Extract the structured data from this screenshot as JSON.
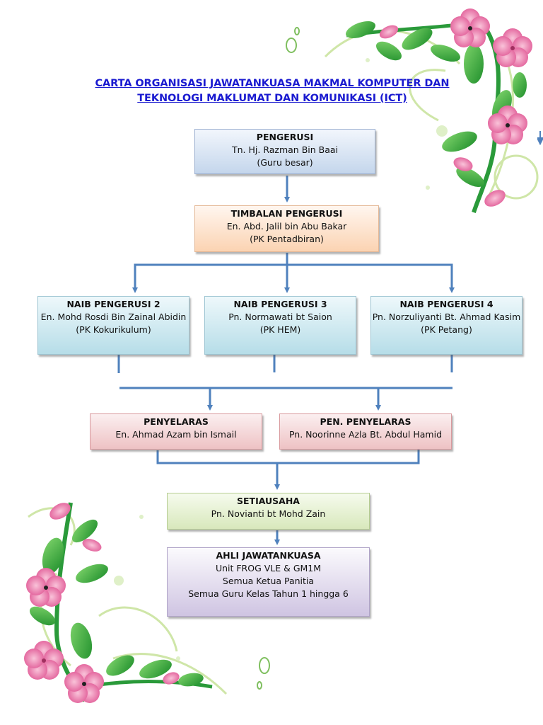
{
  "title": {
    "line1": "CARTA ORGANISASI JAWATANKUASA MAKMAL KOMPUTER DAN",
    "line2": "TEKNOLOGI MAKLUMAT DAN KOMUNIKASI (ICT)"
  },
  "colors": {
    "title": "#1a1ad0",
    "connector": "#4f81bd",
    "flower_pink": "#e86fa3",
    "leaf_green": "#3aa83a"
  },
  "nodes": {
    "pengerusi": {
      "role": "PENGERUSI",
      "name": "Tn. Hj. Razman Bin Baai",
      "note": "(Guru besar)"
    },
    "timbalan": {
      "role": "TIMBALAN PENGERUSI",
      "name": "En. Abd. Jalil bin Abu Bakar",
      "note": "(PK Pentadbiran)"
    },
    "naib2": {
      "role": "NAIB PENGERUSI 2",
      "name": "En. Mohd Rosdi Bin Zainal Abidin",
      "note": "(PK Kokurikulum)"
    },
    "naib3": {
      "role": "NAIB PENGERUSI 3",
      "name": "Pn. Normawati bt Saion",
      "note": "(PK HEM)"
    },
    "naib4": {
      "role": "NAIB PENGERUSI 4",
      "name": "Pn. Norzuliyanti Bt. Ahmad Kasim",
      "note": "(PK Petang)"
    },
    "penyelaras": {
      "role": "PENYELARAS",
      "name": "En. Ahmad Azam bin Ismail"
    },
    "pen_penyelaras": {
      "role": "PEN. PENYELARAS",
      "name": "Pn. Noorinne Azla Bt. Abdul Hamid"
    },
    "setiausaha": {
      "role": "SETIAUSAHA",
      "name": "Pn. Novianti bt Mohd Zain"
    },
    "ahli": {
      "role": "AHLI JAWATANKUASA",
      "lines": [
        "Unit FROG VLE & GM1M",
        "Semua Ketua Panitia",
        "Semua Guru Kelas Tahun 1 hingga 6"
      ]
    }
  },
  "decorations": [
    "floral-corner-top-right",
    "floral-corner-bottom-left"
  ]
}
